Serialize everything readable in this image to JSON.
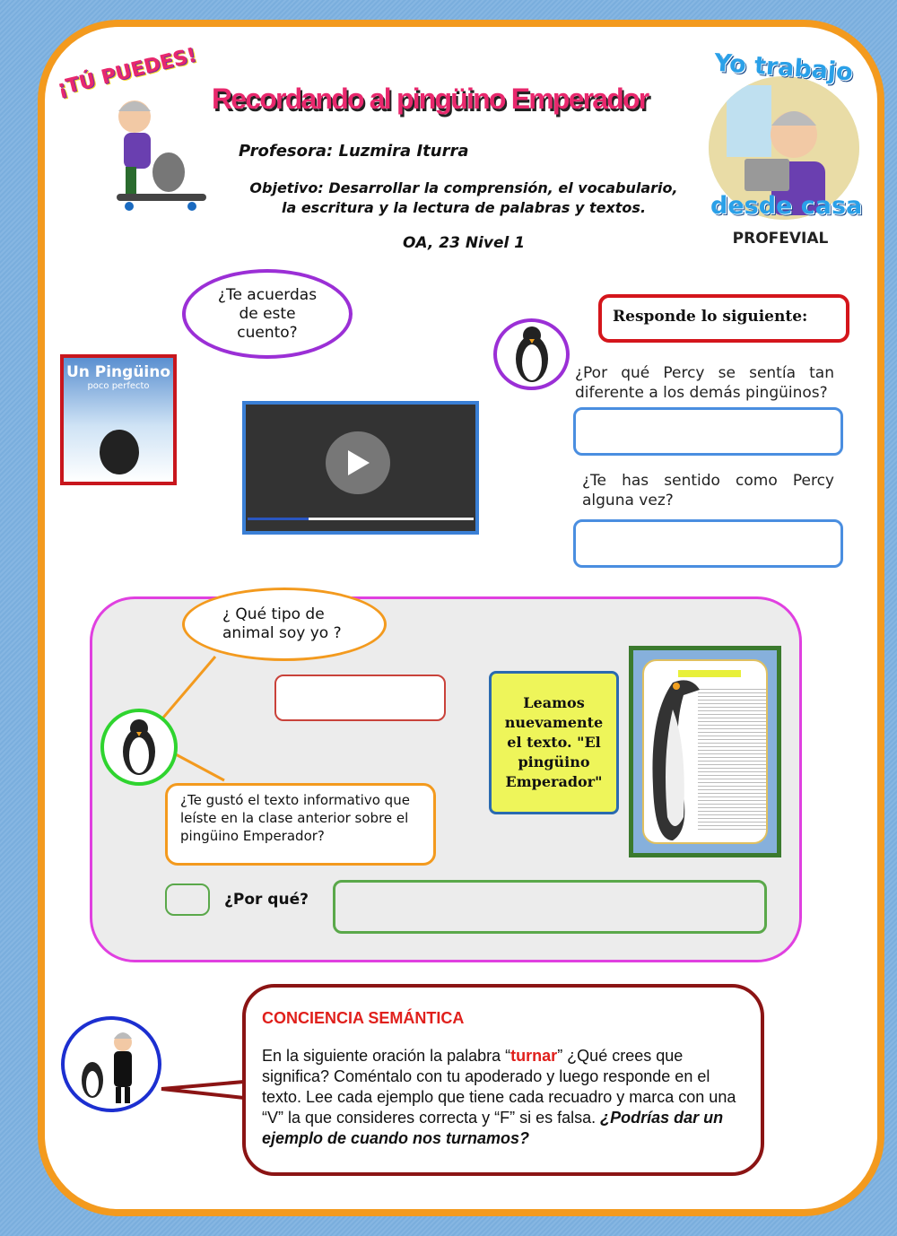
{
  "header": {
    "badge": "¡TÚ PUEDES!",
    "title": "Recordando al pingüino Emperador",
    "teacher": "Profesora: Luzmira Iturra",
    "objective_line1": "Objetivo: Desarrollar la comprensión, el vocabulario,",
    "objective_line2": "la escritura y la lectura de palabras y textos.",
    "oa": "OA, 23 Nivel 1",
    "logo_top": "Yo trabajo",
    "logo_bottom": "desde casa",
    "logo_caption": "PROFEVIAL"
  },
  "section1": {
    "bubble": "¿Te acuerdas de este cuento?",
    "book_title": "Un Pingüino",
    "book_subtitle": "poco perfecto",
    "respond_label": "Responde lo siguiente:",
    "question1": "¿Por qué Percy se sentía tan diferente a los demás pingüinos?",
    "answer1": "",
    "question2": "¿Te has sentido como Percy alguna vez?",
    "answer2": "",
    "video_progress": 0.27
  },
  "section2": {
    "bubble": "¿ Qué tipo de animal soy yo ?",
    "answer_animal": "",
    "question_liked": "¿Te gustó el texto informativo que leíste en la clase anterior sobre el pingüino Emperador?",
    "scroll_text": "Leamos nuevamente el texto. \"El pingüino Emperador\"",
    "why_label": "¿Por qué?",
    "answer_check": "",
    "answer_why": ""
  },
  "section3": {
    "heading": "CONCIENCIA SEMÁNTICA",
    "text_before": "En la siguiente oración la palabra “",
    "keyword": "turnar",
    "text_after": "” ¿Qué crees que significa? Coméntalo con tu apoderado y luego responde en el texto. Lee cada ejemplo que tiene cada recuadro y marca con una “V” la que consideres correcta y “F” si es falsa. ",
    "emphasis": "¿Podrías dar un ejemplo de cuando nos turnamos?"
  },
  "colors": {
    "frame": "#f39a1e",
    "title": "#e8286d",
    "heading_red": "#e0201c",
    "panel_border": "#e040e0"
  }
}
